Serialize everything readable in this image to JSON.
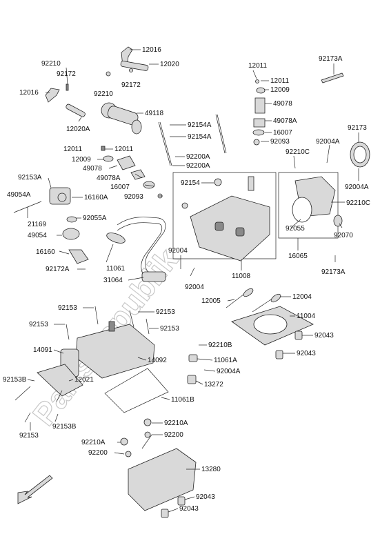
{
  "watermark": "PartsRepublik",
  "parts": {
    "p12016a": "12016",
    "p12020": "12020",
    "p92210a": "92210",
    "p92172a": "92172",
    "p12016b": "12016",
    "p92210b": "92210",
    "p92172b": "92172",
    "p49118": "49118",
    "p12020a": "12020A",
    "p12011a": "12011",
    "p12011b": "12011",
    "p12009a": "12009",
    "p49078a": "49078",
    "p49078aa": "49078A",
    "p16007a": "16007",
    "p92093a": "92093",
    "p92154aa": "92154A",
    "p92154ab": "92154A",
    "p92200aa": "92200A",
    "p92200ab": "92200A",
    "p12011c": "12011",
    "p12011d": "12011",
    "p12009b": "12009",
    "p49078b": "49078",
    "p49078ab": "49078A",
    "p16007b": "16007",
    "p92093b": "92093",
    "p92173a1": "92173A",
    "p92173": "92173",
    "p92004aa": "92004A",
    "p92210c1": "92210C",
    "p92004ab": "92004A",
    "p92210c2": "92210C",
    "p92153a": "92153A",
    "p49054a": "49054A",
    "p16160a": "16160A",
    "p21169": "21169",
    "p92055a": "92055A",
    "p49054": "49054",
    "p16160": "16160",
    "p11061": "11061",
    "p92172a2": "92172A",
    "p92154": "92154",
    "p92055": "92055",
    "p92070": "92070",
    "p16065": "16065",
    "p92173a2": "92173A",
    "p92004a": "92004",
    "p92004b": "92004",
    "p31064": "31064",
    "p11008": "11008",
    "p12005": "12005",
    "p12004": "12004",
    "p11004": "11004",
    "p92153a1": "92153",
    "p92153a2": "92153",
    "p92153a3": "92153",
    "p92153a4": "92153",
    "p92043a": "92043",
    "p92043b": "92043",
    "p14091": "14091",
    "p14092": "14092",
    "p92210bb": "92210B",
    "p11061a": "11061A",
    "p92004ac": "92004A",
    "p13272": "13272",
    "p92153ba": "92153B",
    "p12021": "12021",
    "p11061b": "11061B",
    "p92153ba2": "92153B",
    "p92153b5": "92153",
    "p92210aa": "92210A",
    "p92200a": "92200",
    "p92210ab": "92210A",
    "p92200b": "92200",
    "p13280": "13280",
    "p92043c": "92043",
    "p92043d": "92043"
  }
}
